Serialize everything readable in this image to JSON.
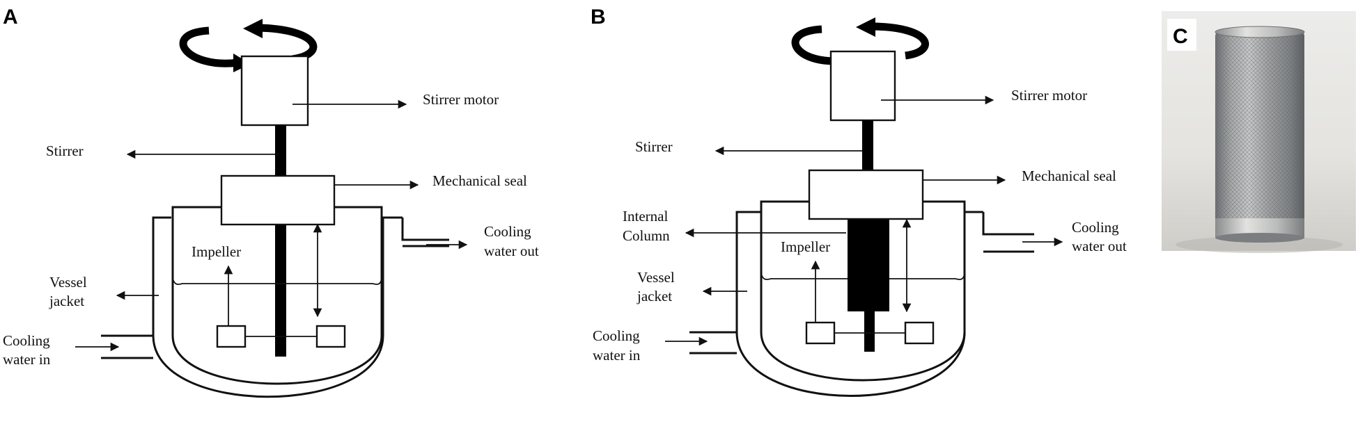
{
  "panels": {
    "a": {
      "letter": "A",
      "labels": {
        "stirrer_motor": "Stirrer motor",
        "stirrer": "Stirrer",
        "mechanical_seal": "Mechanical seal",
        "impeller": "Impeller",
        "cooling_water_out_1": "Cooling",
        "cooling_water_out_2": "water out",
        "vessel_jacket_1": "Vessel",
        "vessel_jacket_2": "jacket",
        "cooling_water_in_1": "Cooling",
        "cooling_water_in_2": "water in"
      }
    },
    "b": {
      "letter": "B",
      "labels": {
        "stirrer_motor": "Stirrer motor",
        "stirrer": "Stirrer",
        "mechanical_seal": "Mechanical seal",
        "internal_column_1": "Internal",
        "internal_column_2": "Column",
        "impeller": "Impeller",
        "cooling_water_out_1": "Cooling",
        "cooling_water_out_2": "water out",
        "vessel_jacket_1": "Vessel",
        "vessel_jacket_2": "jacket",
        "cooling_water_in_1": "Cooling",
        "cooling_water_in_2": "water in"
      }
    },
    "c": {
      "letter": "C"
    }
  }
}
